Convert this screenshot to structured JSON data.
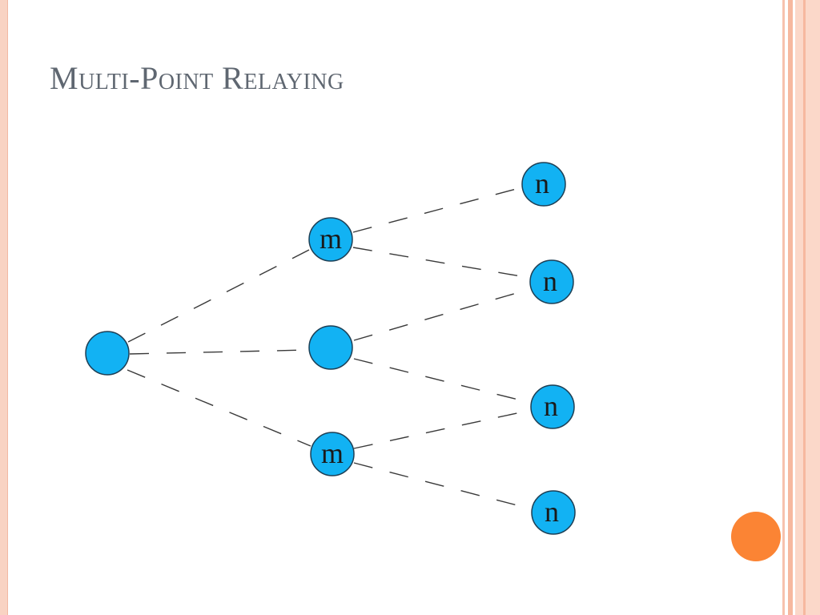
{
  "slide": {
    "title": "Multi-Point Relaying"
  },
  "diagram": {
    "nodes": [
      {
        "id": "source",
        "label": ""
      },
      {
        "id": "relay-top",
        "label": "m"
      },
      {
        "id": "mid",
        "label": ""
      },
      {
        "id": "relay-bottom",
        "label": "m"
      },
      {
        "id": "n1",
        "label": "n"
      },
      {
        "id": "n2",
        "label": "n"
      },
      {
        "id": "n3",
        "label": "n"
      },
      {
        "id": "n4",
        "label": "n"
      }
    ],
    "edges": [
      {
        "from": "source",
        "to": "relay-top"
      },
      {
        "from": "source",
        "to": "mid"
      },
      {
        "from": "source",
        "to": "relay-bottom"
      },
      {
        "from": "relay-top",
        "to": "n1"
      },
      {
        "from": "relay-top",
        "to": "n2"
      },
      {
        "from": "mid",
        "to": "n2"
      },
      {
        "from": "mid",
        "to": "n3"
      },
      {
        "from": "relay-bottom",
        "to": "n3"
      },
      {
        "from": "relay-bottom",
        "to": "n4"
      }
    ],
    "edge_style": "dashed"
  },
  "colors": {
    "node_fill": "#12b2f3",
    "accent": "#fb8434",
    "title": "#5f6771",
    "border": "#f9d3c3"
  }
}
